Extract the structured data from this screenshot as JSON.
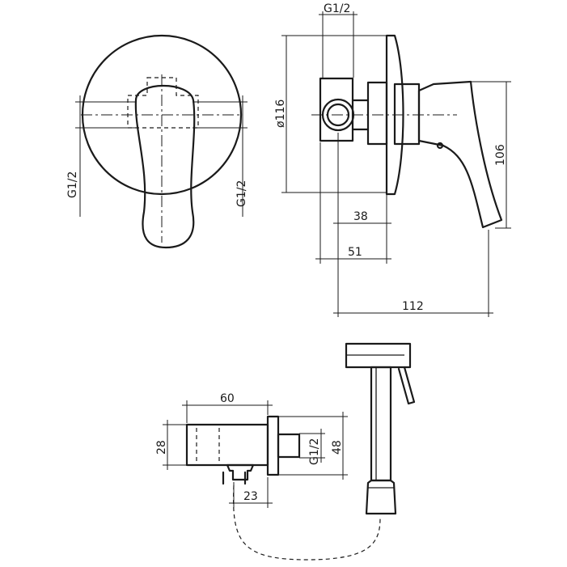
{
  "front_view": {
    "thread_left": "G1/2",
    "thread_right": "G1/2"
  },
  "side_view": {
    "thread_top": "G1/2",
    "diameter": "ø116",
    "height": "106",
    "depth_38": "38",
    "depth_51": "51",
    "length_112": "112"
  },
  "shower_set": {
    "width_60": "60",
    "height_28": "28",
    "offset_23": "23",
    "thread": "G1/2",
    "height_48": "48"
  },
  "colors": {
    "line": "#1a1a1a",
    "background": "#ffffff"
  }
}
